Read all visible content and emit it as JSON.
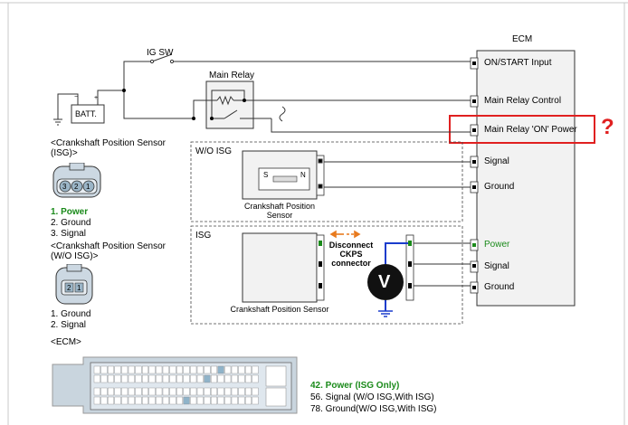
{
  "ecm": {
    "title": "ECM",
    "pins": [
      "ON/START Input",
      "Main Relay Control",
      "Main Relay 'ON' Power",
      "Signal",
      "Ground",
      "Power",
      "Signal",
      "Ground"
    ]
  },
  "switch_label": "IG SW",
  "battery_label": "BATT.",
  "main_relay_label": "Main Relay",
  "wo_isg_box": {
    "title": "W/O ISG",
    "sensor_label": "Crankshaft Position Sensor",
    "s_label": "S",
    "n_label": "N"
  },
  "isg_box": {
    "title": "ISG",
    "sensor_label": "Crankshaft Position Sensor",
    "disconnect_label": "Disconnect CKPS connector",
    "meter_label": "V"
  },
  "question_mark": "?",
  "connector_isg": {
    "title": "<Crankshaft Position Sensor (ISG)>",
    "pins": [
      "3",
      "2",
      "1"
    ],
    "legend": [
      "1. Power",
      "2. Ground",
      "3. Signal"
    ]
  },
  "connector_woisg": {
    "title": "<Crankshaft Position Sensor (W/O ISG)>",
    "pins": [
      "2",
      "1"
    ],
    "legend": [
      "1. Ground",
      "2. Signal"
    ]
  },
  "ecm_connector": {
    "title": "<ECM>",
    "legend": [
      "42. Power (ISG Only)",
      "56. Signal (W/O ISG,With ISG)",
      "78. Ground(W/O ISG,With ISG)"
    ]
  },
  "colors": {
    "highlight_box": "#e02020",
    "power_green": "#1a8a1a",
    "meter_wire": "#1a3ccc",
    "arrow_orange": "#e87a1e"
  }
}
